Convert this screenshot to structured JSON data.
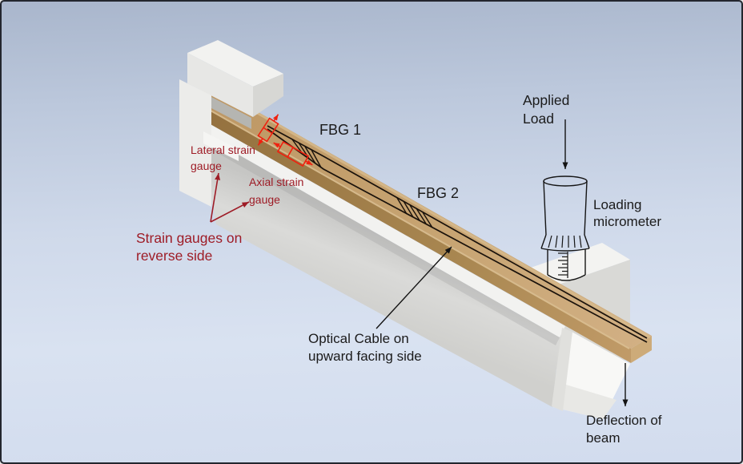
{
  "figure": {
    "labels": {
      "fbg1": "FBG 1",
      "fbg2": "FBG 2",
      "applied_load": [
        "Applied",
        "Load"
      ],
      "loading_micrometer": [
        "Loading",
        "micrometer"
      ],
      "lateral_strain_gauge": [
        "Lateral strain",
        "gauge"
      ],
      "axial_strain_gauge": [
        "Axial strain",
        "gauge"
      ],
      "strain_gauges_reverse": [
        "Strain gauges on",
        "reverse side"
      ],
      "optical_cable": [
        "Optical Cable on",
        "upward facing side"
      ],
      "deflection_of_beam": [
        "Deflection of",
        "beam"
      ]
    },
    "colors": {
      "background_top": "#a9b6cc",
      "background_bottom": "#d2dcee",
      "beam_top": "#c7a472",
      "beam_side": "#a98751",
      "structure_light": "#f2f2f0",
      "structure_gray": "#d6d6d3",
      "annotation_red": "#f0200f",
      "annotation_dark_red": "#9e1c26",
      "line_black": "#131313"
    }
  }
}
